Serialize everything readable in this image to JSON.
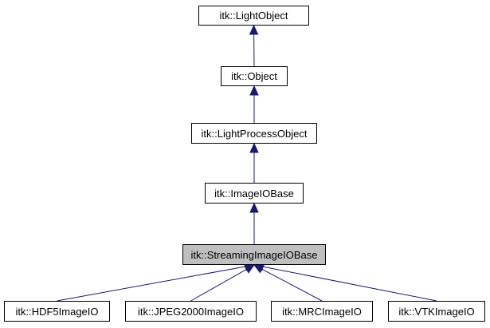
{
  "diagram": {
    "edge_color": "#191970",
    "nodes": {
      "light_object": {
        "label": "itk::LightObject",
        "highlighted": false
      },
      "object": {
        "label": "itk::Object",
        "highlighted": false
      },
      "light_process_object": {
        "label": "itk::LightProcessObject",
        "highlighted": false
      },
      "image_io_base": {
        "label": "itk::ImageIOBase",
        "highlighted": false
      },
      "streaming_image_io_base": {
        "label": "itk::StreamingImageIOBase",
        "highlighted": true
      },
      "hdf5_image_io": {
        "label": "itk::HDF5ImageIO",
        "highlighted": false
      },
      "jpeg2000_image_io": {
        "label": "itk::JPEG2000ImageIO",
        "highlighted": false
      },
      "mrc_image_io": {
        "label": "itk::MRCImageIO",
        "highlighted": false
      },
      "vtk_image_io": {
        "label": "itk::VTKImageIO",
        "highlighted": false
      }
    },
    "edges": [
      {
        "from": "object",
        "to": "light_object"
      },
      {
        "from": "light_process_object",
        "to": "object"
      },
      {
        "from": "image_io_base",
        "to": "light_process_object"
      },
      {
        "from": "streaming_image_io_base",
        "to": "image_io_base"
      },
      {
        "from": "hdf5_image_io",
        "to": "streaming_image_io_base"
      },
      {
        "from": "jpeg2000_image_io",
        "to": "streaming_image_io_base"
      },
      {
        "from": "mrc_image_io",
        "to": "streaming_image_io_base"
      },
      {
        "from": "vtk_image_io",
        "to": "streaming_image_io_base"
      }
    ]
  }
}
